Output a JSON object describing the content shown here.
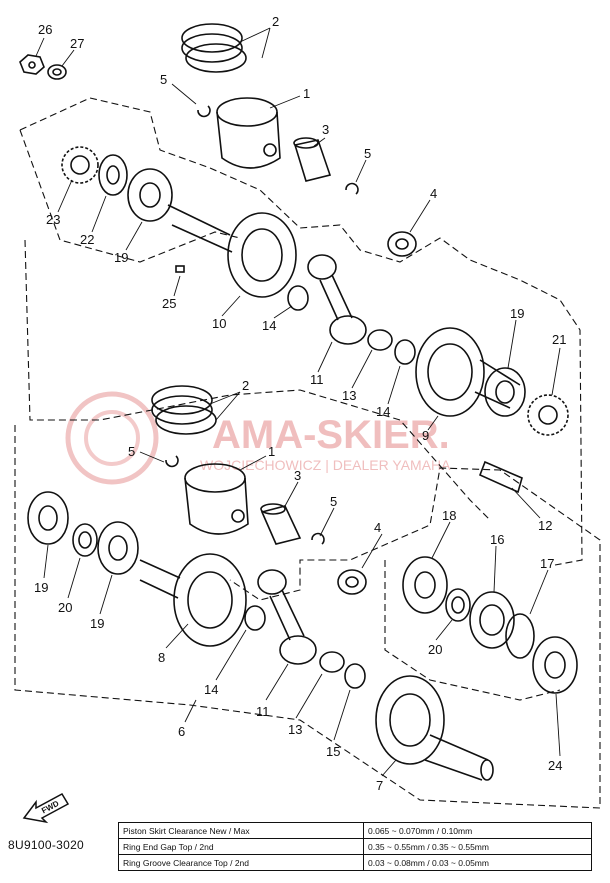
{
  "diagram": {
    "part_code": "8U9100-3020",
    "fwd_label": "FWD",
    "watermark": {
      "name": "AMA-SKIER.",
      "subtitle": "WOJCIECHOWICZ | DEALER YAMAHA"
    },
    "callouts": {
      "n26": "26",
      "n27": "27",
      "n2a": "2",
      "n5a": "5",
      "n1a": "1",
      "n3a": "3",
      "n5b": "5",
      "n4a": "4",
      "n23": "23",
      "n22": "22",
      "n19a": "19",
      "n25": "25",
      "n10": "10",
      "n14a": "14",
      "n11a": "11",
      "n13a": "13",
      "n14b": "14",
      "n19b": "19",
      "n21": "21",
      "n9": "9",
      "n12": "12",
      "n2b": "2",
      "n5c": "5",
      "n1b": "1",
      "n3b": "3",
      "n5d": "5",
      "n4b": "4",
      "n18": "18",
      "n16": "16",
      "n17": "17",
      "n19c": "19",
      "n20a": "20",
      "n19d": "19",
      "n8": "8",
      "n14c": "14",
      "n11b": "11",
      "n13b": "13",
      "n15": "15",
      "n20b": "20",
      "n6": "6",
      "n7": "7",
      "n24": "24"
    }
  },
  "spec_table": {
    "rows": [
      {
        "label": "Piston Skirt Clearance New / Max",
        "value": "0.065 ~ 0.070mm / 0.10mm"
      },
      {
        "label": "Ring End Gap Top / 2nd",
        "value": "0.35 ~ 0.55mm / 0.35 ~ 0.55mm"
      },
      {
        "label": "Ring Groove Clearance Top / 2nd",
        "value": "0.03 ~ 0.08mm / 0.03 ~ 0.05mm"
      }
    ]
  }
}
